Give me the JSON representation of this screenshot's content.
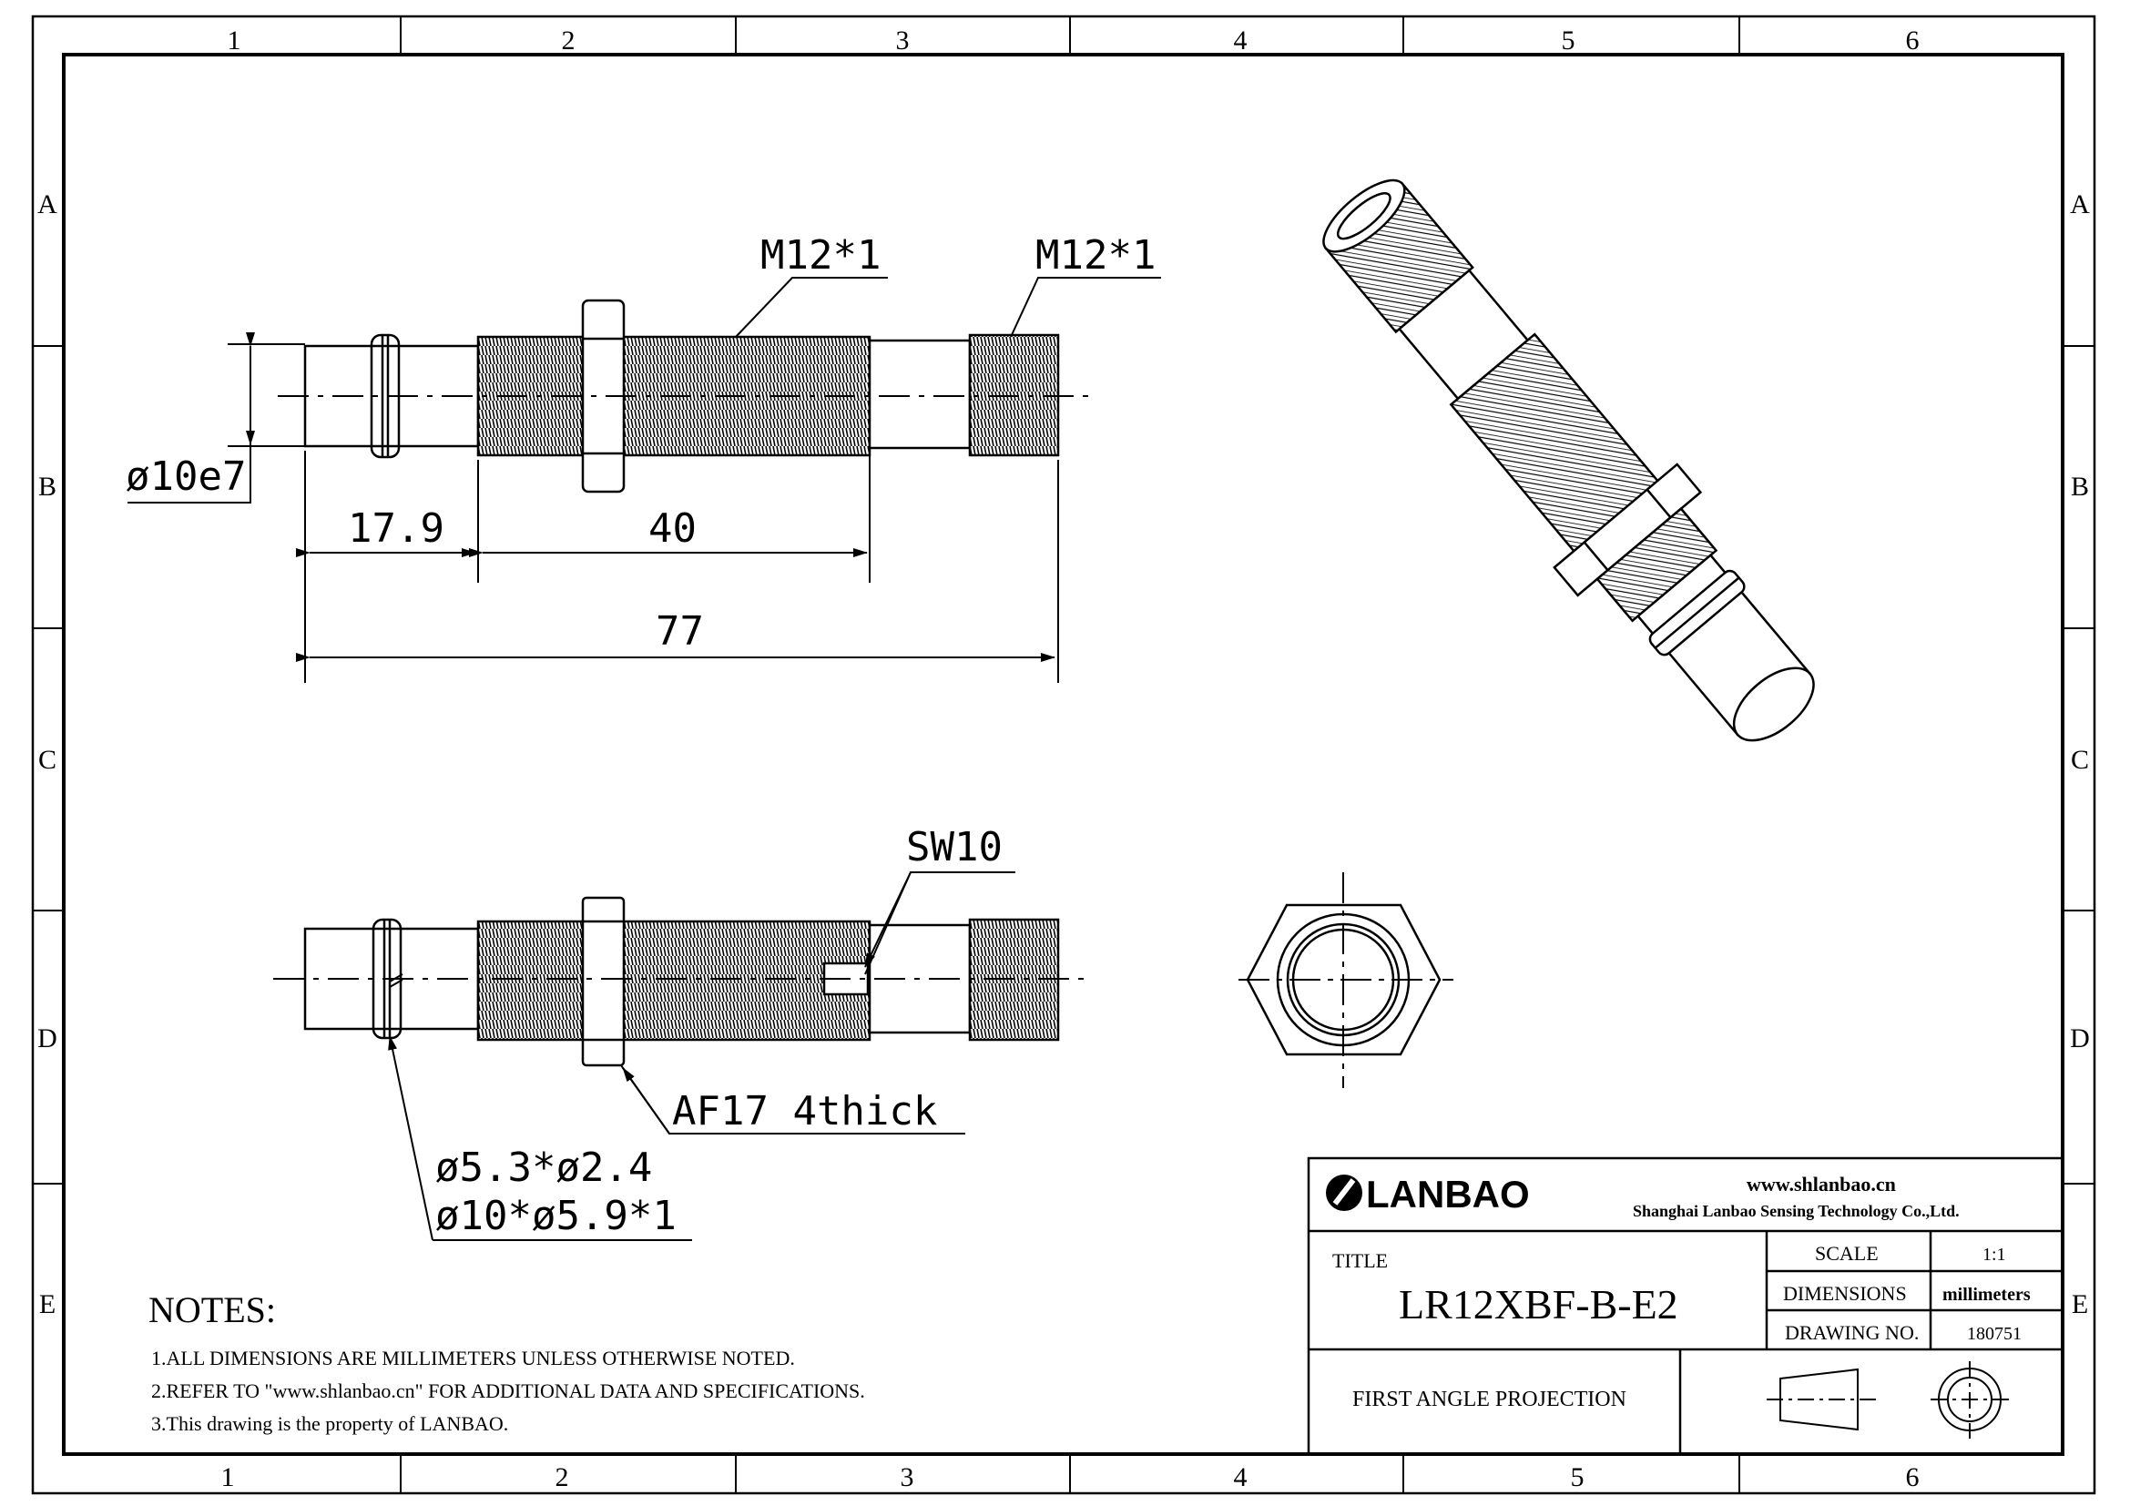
{
  "frame": {
    "columns": [
      "1",
      "2",
      "3",
      "4",
      "5",
      "6"
    ],
    "rows": [
      "A",
      "B",
      "C",
      "D",
      "E"
    ]
  },
  "drawing": {
    "dims": {
      "thread_top_mid": "M12*1",
      "thread_top_right": "M12*1",
      "diameter": "ø10e7",
      "len_cap": "17.9",
      "len_thread": "40",
      "len_total": "77",
      "sw": "SW10",
      "af": "AF17  4thick",
      "groove_1": "ø5.3*ø2.4",
      "groove_2": "ø10*ø5.9*1"
    }
  },
  "notes": {
    "heading": "NOTES:",
    "items": [
      "1.ALL DIMENSIONS ARE MILLIMETERS UNLESS OTHERWISE NOTED.",
      "2.REFER TO \"www.shlanbao.cn\" FOR ADDITIONAL DATA AND SPECIFICATIONS.",
      "3.This drawing is the property of LANBAO."
    ]
  },
  "titleblock": {
    "logo_text": "LANBAO",
    "website": "www.shlanbao.cn",
    "company": "Shanghai Lanbao Sensing Technology Co.,Ltd.",
    "title_label": "TITLE",
    "title": "LR12XBF-B-E2",
    "scale_label": "SCALE",
    "scale": "1:1",
    "dimensions_label": "DIMENSIONS",
    "dimensions": "millimeters",
    "drawing_no_label": "DRAWING NO.",
    "drawing_no": "180751",
    "projection": "FIRST ANGLE PROJECTION"
  }
}
